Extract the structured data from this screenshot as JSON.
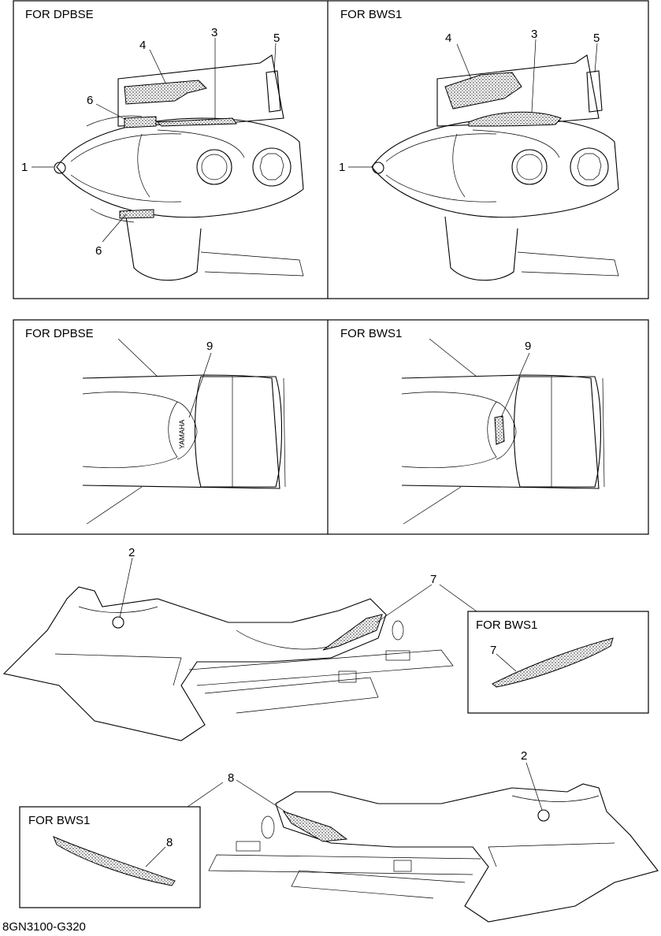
{
  "panels": {
    "top_left_label": "FOR DPBSE",
    "top_right_label": "FOR BWS1",
    "mid_left_label": "FOR DPBSE",
    "mid_right_label": "FOR BWS1",
    "inset_upper_label": "FOR BWS1",
    "inset_lower_label": "FOR BWS1"
  },
  "callouts": {
    "n1": "1",
    "n2": "2",
    "n3": "3",
    "n4": "4",
    "n5": "5",
    "n6": "6",
    "n7": "7",
    "n8": "8",
    "n9": "9"
  },
  "decal_text": "YAMAHA",
  "drawing_code": "8GN3100-G320"
}
